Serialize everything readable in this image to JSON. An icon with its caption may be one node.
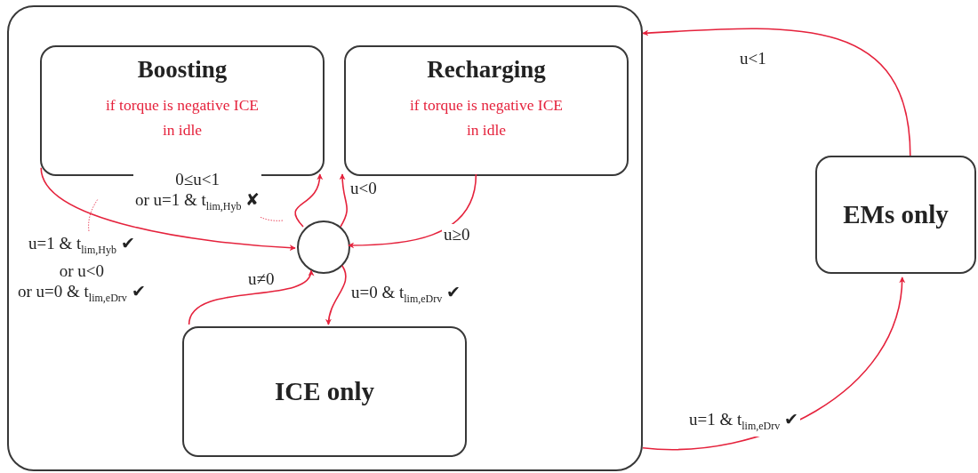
{
  "diagram": {
    "nodes": [
      {
        "text": [],
        "shape": "box"
      },
      {
        "text": [
          "Boosting",
          "if torque is negative ICE in idle"
        ],
        "in": 0
      },
      {
        "text": [
          "Recharging",
          "if torque is negative ICE in idle"
        ],
        "in": 0
      },
      {
        "text": [],
        "shape": "circle",
        "in": 0
      },
      {
        "text": [
          "ICE only"
        ],
        "in": 0
      },
      {
        "text": [
          "EMs only"
        ]
      }
    ],
    "edges": [
      {
        "from": 1,
        "to": 3,
        "arrow": "to",
        "label": "u=1 & t$_{lim,Hyb}$ ✔ or u<0 or u=0 & t$_{lim,eDrv}$ ✔"
      },
      {
        "from": 3,
        "to": 1,
        "arrow": "to",
        "label": "0≤u<1 or u=1 & t$_{lim,Hyb}$ ✘"
      },
      {
        "from": 3,
        "to": 2,
        "arrow": "to",
        "label": "u<0"
      },
      {
        "from": 2,
        "to": 3,
        "arrow": "to",
        "label": "u≥0"
      },
      {
        "from": 4,
        "to": 3,
        "arrow": "to",
        "label": "u≠0"
      },
      {
        "from": 3,
        "to": 4,
        "arrow": "to",
        "label": "u=0 & t$_{lim,eDrv}$ ✔"
      },
      {
        "from": 5,
        "to": 0,
        "arrow": "to",
        "label": "u<1"
      },
      {
        "from": 0,
        "to": 5,
        "arrow": "to",
        "label": "u=1 & t$_{lim,eDrv}$ ✔"
      }
    ]
  }
}
